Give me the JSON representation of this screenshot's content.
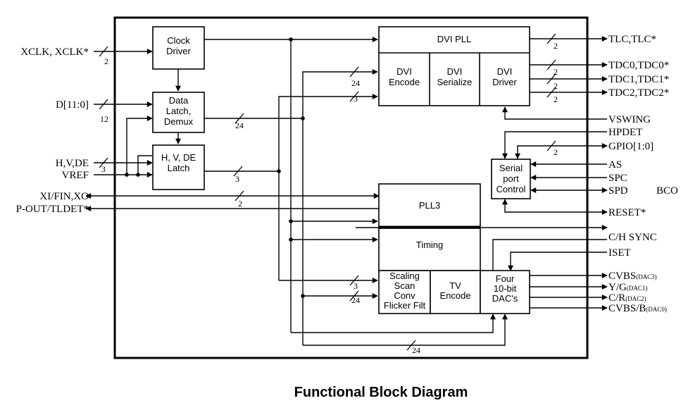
{
  "caption": "Functional Block Diagram",
  "blocks": {
    "clock_driver": [
      "Clock",
      "Driver"
    ],
    "data_latch": [
      "Data",
      "Latch,",
      "Demux"
    ],
    "hvde_latch": [
      "H, V, DE",
      "Latch"
    ],
    "dvi_pll": [
      "DVI PLL"
    ],
    "dvi_encode": [
      "DVI",
      "Encode"
    ],
    "dvi_serialize": [
      "DVI",
      "Serialize"
    ],
    "dvi_driver": [
      "DVI",
      "Driver"
    ],
    "serial_port": [
      "Serial",
      "port",
      "Control"
    ],
    "pll3": [
      "PLL3"
    ],
    "timing": [
      "Timing"
    ],
    "scaling": [
      "Scaling",
      "Scan",
      "Conv",
      "Flicker Filt"
    ],
    "tv_encode": [
      "TV",
      "Encode"
    ],
    "dacs": [
      "Four",
      "10-bit",
      "DAC's"
    ]
  },
  "left_signals": {
    "xclk": "XCLK, XCLK*",
    "d": "D[11:0]",
    "hvde": "H,V,DE",
    "vref": "VREF",
    "xi": "XI/FIN,XO",
    "pout": "P-OUT/TLDET*"
  },
  "right_signals": {
    "tlc": "TLC,TLC*",
    "tdc0": "TDC0,TDC0*",
    "tdc1": "TDC1,TDC1*",
    "tdc2": "TDC2,TDC2*",
    "vswing": "VSWING",
    "hpdet": "HPDET",
    "gpio": "GPIO[1:0]",
    "as": "AS",
    "spc": "SPC",
    "spd": "SPD",
    "bco": "BCO",
    "reset": "RESET*",
    "chsync": "C/H SYNC",
    "iset": "ISET",
    "cvbs_main": "CVBS",
    "cvbs_sub": "(DAC3)",
    "yg_main": "Y/G",
    "yg_sub": "(DAC1)",
    "cr_main": "C/R",
    "cr_sub": "(DAC2)",
    "cvbsb_main": "CVBS/B",
    "cvbsb_sub": "(DAC0)"
  },
  "bus_widths": {
    "xclk": "2",
    "d": "12",
    "hvde": "3",
    "latch_out": "24",
    "hv_out": "3",
    "xi": "2",
    "enc_24": "24",
    "enc_3": "3",
    "tlc": "2",
    "tdc0": "2",
    "tdc1": "2",
    "tdc2": "2",
    "gpio": "2",
    "scal_3": "3",
    "scal_24": "24",
    "bottom_24": "24"
  }
}
